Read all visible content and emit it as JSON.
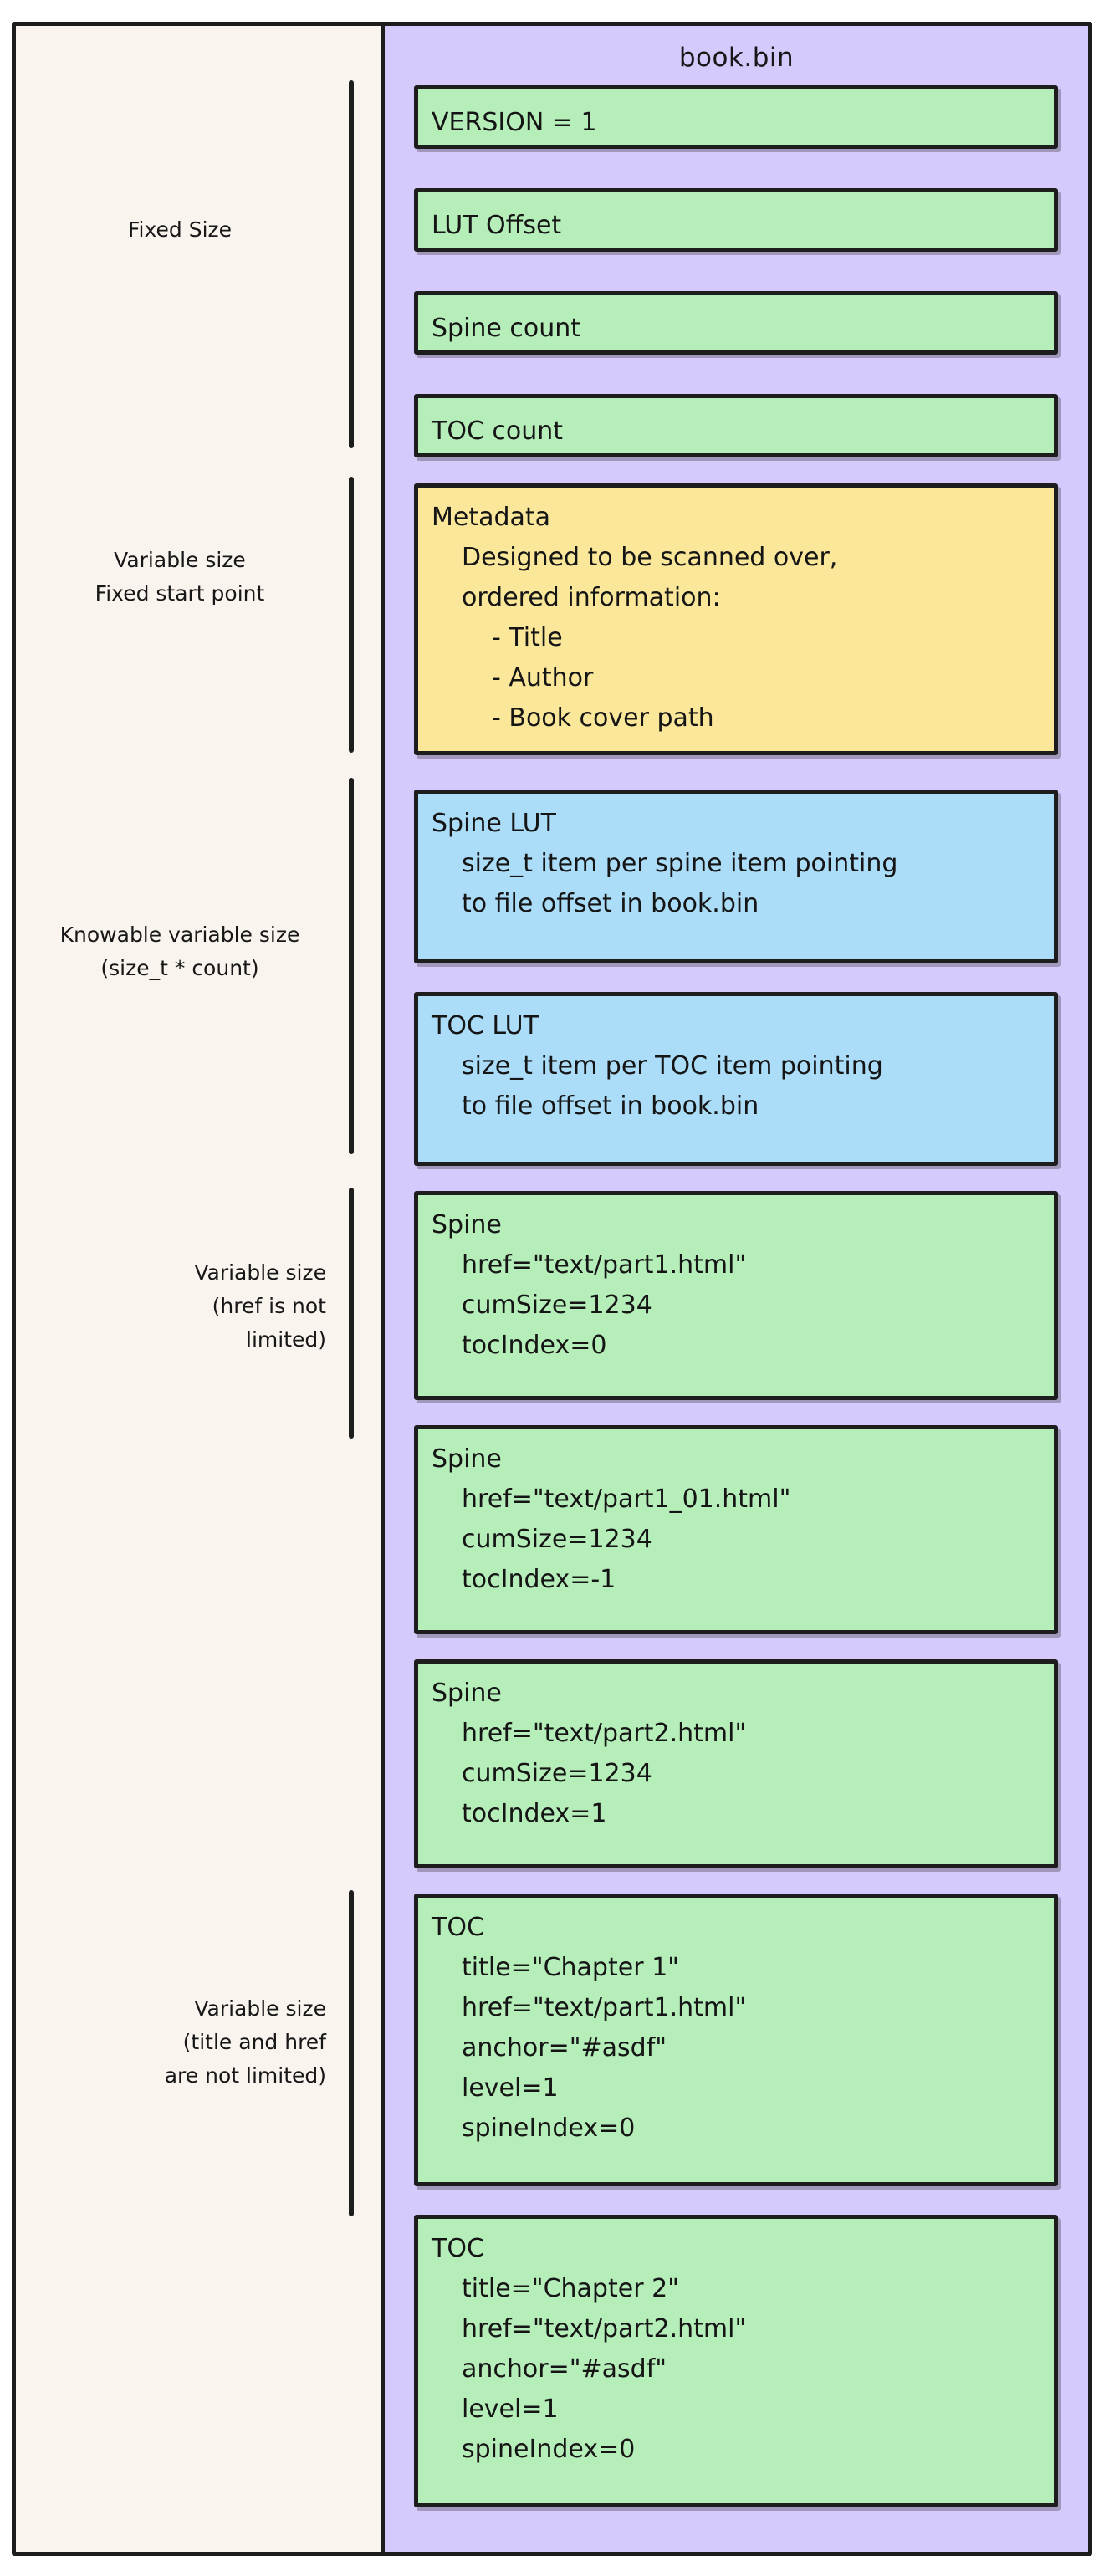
{
  "file": {
    "title": "book.bin",
    "colors": {
      "container_bg": "#d6c9fb",
      "page_bg": "#faf4ef",
      "green": "#b6eeba",
      "yellow": "#fbe79a",
      "blue": "#abdcf8",
      "stroke": "#1d1d1d"
    }
  },
  "annotations": [
    {
      "id": "fixed-size",
      "lines": [
        "Fixed Size"
      ]
    },
    {
      "id": "variable-fixed-start",
      "lines": [
        "Variable size",
        "Fixed start point"
      ]
    },
    {
      "id": "knowable-variable",
      "lines": [
        "Knowable variable size",
        "(size_t * count)"
      ]
    },
    {
      "id": "variable-href",
      "lines": [
        "Variable size",
        "(href is not",
        "limited)"
      ]
    },
    {
      "id": "variable-title-href",
      "lines": [
        "Variable size",
        "(title and href",
        "are not limited)"
      ]
    }
  ],
  "sections": [
    {
      "id": "version",
      "color": "green",
      "lines": [
        {
          "text": "VERSION = 1",
          "indent": 0
        }
      ]
    },
    {
      "id": "lut-offset",
      "color": "green",
      "lines": [
        {
          "text": "LUT Offset",
          "indent": 0
        }
      ]
    },
    {
      "id": "spine-count",
      "color": "green",
      "lines": [
        {
          "text": "Spine count",
          "indent": 0
        }
      ]
    },
    {
      "id": "toc-count",
      "color": "green",
      "lines": [
        {
          "text": "TOC count",
          "indent": 0
        }
      ]
    },
    {
      "id": "metadata",
      "color": "yellow",
      "lines": [
        {
          "text": "Metadata",
          "indent": 0
        },
        {
          "text": "Designed to be scanned over,",
          "indent": 1
        },
        {
          "text": "ordered information:",
          "indent": 1
        },
        {
          "text": "- Title",
          "indent": 2
        },
        {
          "text": "- Author",
          "indent": 2
        },
        {
          "text": "- Book cover path",
          "indent": 2
        }
      ]
    },
    {
      "id": "spine-lut",
      "color": "blue",
      "lines": [
        {
          "text": "Spine LUT",
          "indent": 0
        },
        {
          "text": "size_t item per spine item pointing",
          "indent": 1
        },
        {
          "text": "to file offset in book.bin",
          "indent": 1
        }
      ]
    },
    {
      "id": "toc-lut",
      "color": "blue",
      "lines": [
        {
          "text": "TOC LUT",
          "indent": 0
        },
        {
          "text": "size_t item per TOC item pointing",
          "indent": 1
        },
        {
          "text": "to file offset in book.bin",
          "indent": 1
        }
      ]
    },
    {
      "id": "spine-1",
      "color": "green",
      "lines": [
        {
          "text": "Spine",
          "indent": 0
        },
        {
          "text": "href=\"text/part1.html\"",
          "indent": 1
        },
        {
          "text": "cumSize=1234",
          "indent": 1
        },
        {
          "text": "tocIndex=0",
          "indent": 1
        }
      ]
    },
    {
      "id": "spine-2",
      "color": "green",
      "lines": [
        {
          "text": "Spine",
          "indent": 0
        },
        {
          "text": "href=\"text/part1_01.html\"",
          "indent": 1
        },
        {
          "text": "cumSize=1234",
          "indent": 1
        },
        {
          "text": "tocIndex=-1",
          "indent": 1
        }
      ]
    },
    {
      "id": "spine-3",
      "color": "green",
      "lines": [
        {
          "text": "Spine",
          "indent": 0
        },
        {
          "text": "href=\"text/part2.html\"",
          "indent": 1
        },
        {
          "text": "cumSize=1234",
          "indent": 1
        },
        {
          "text": "tocIndex=1",
          "indent": 1
        }
      ]
    },
    {
      "id": "toc-1",
      "color": "green",
      "lines": [
        {
          "text": "TOC",
          "indent": 0
        },
        {
          "text": "title=\"Chapter 1\"",
          "indent": 1
        },
        {
          "text": "href=\"text/part1.html\"",
          "indent": 1
        },
        {
          "text": "anchor=\"#asdf\"",
          "indent": 1
        },
        {
          "text": "level=1",
          "indent": 1
        },
        {
          "text": "spineIndex=0",
          "indent": 1
        }
      ]
    },
    {
      "id": "toc-2",
      "color": "green",
      "lines": [
        {
          "text": "TOC",
          "indent": 0
        },
        {
          "text": "title=\"Chapter 2\"",
          "indent": 1
        },
        {
          "text": "href=\"text/part2.html\"",
          "indent": 1
        },
        {
          "text": "anchor=\"#asdf\"",
          "indent": 1
        },
        {
          "text": "level=1",
          "indent": 1
        },
        {
          "text": "spineIndex=0",
          "indent": 1
        }
      ]
    }
  ]
}
